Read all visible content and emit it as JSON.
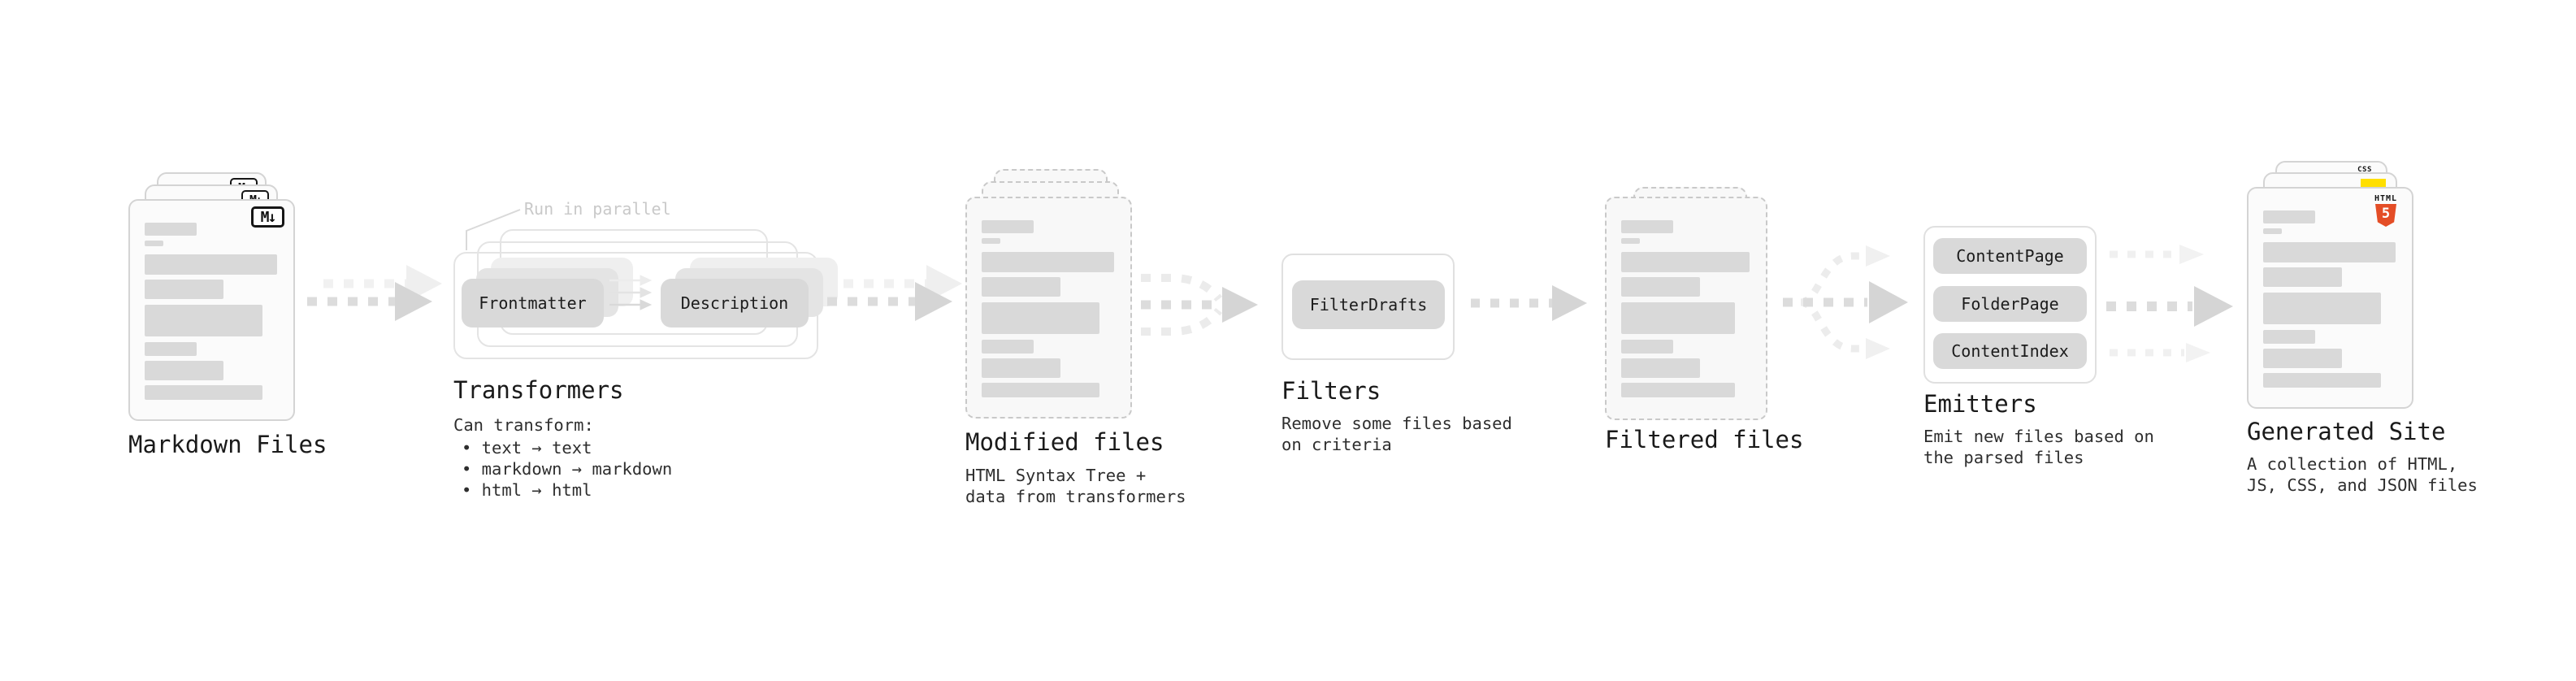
{
  "palette": {
    "bar_gray": "#d9d9d9",
    "pill_gray": "#d9d9d9",
    "arrow_gray": "#dcdcdc",
    "arrow_light": "#f0f0f0",
    "html5_orange": "#e44d26",
    "js_yellow": "#ffdf00",
    "css_blue": "#2669f0"
  },
  "stages": {
    "markdown_files": {
      "label": "Markdown Files",
      "file_badge": "M↓"
    },
    "transformers": {
      "title": "Transformers",
      "callout": "Run in parallel",
      "pill_left": "Frontmatter",
      "pill_right": "Description",
      "desc_heading": "Can transform:",
      "bullets": [
        "• text → text",
        "• markdown → markdown",
        "• html → html"
      ]
    },
    "modified_files": {
      "label": "Modified files",
      "desc_lines": [
        "HTML Syntax Tree +",
        "data from transformers"
      ]
    },
    "filters": {
      "title": "Filters",
      "pill": "FilterDrafts",
      "desc_lines": [
        "Remove some files based",
        "on criteria"
      ]
    },
    "filtered_files": {
      "label": "Filtered files"
    },
    "emitters": {
      "title": "Emitters",
      "pills": [
        "ContentPage",
        "FolderPage",
        "ContentIndex"
      ],
      "desc_lines": [
        "Emit new files based on",
        "the parsed files"
      ]
    },
    "generated_site": {
      "label": "Generated Site",
      "desc_lines": [
        "A collection of HTML,",
        "JS, CSS, and JSON files"
      ],
      "badges": {
        "html_label": "HTML",
        "html_number": "5",
        "css_label": "CSS"
      }
    }
  }
}
